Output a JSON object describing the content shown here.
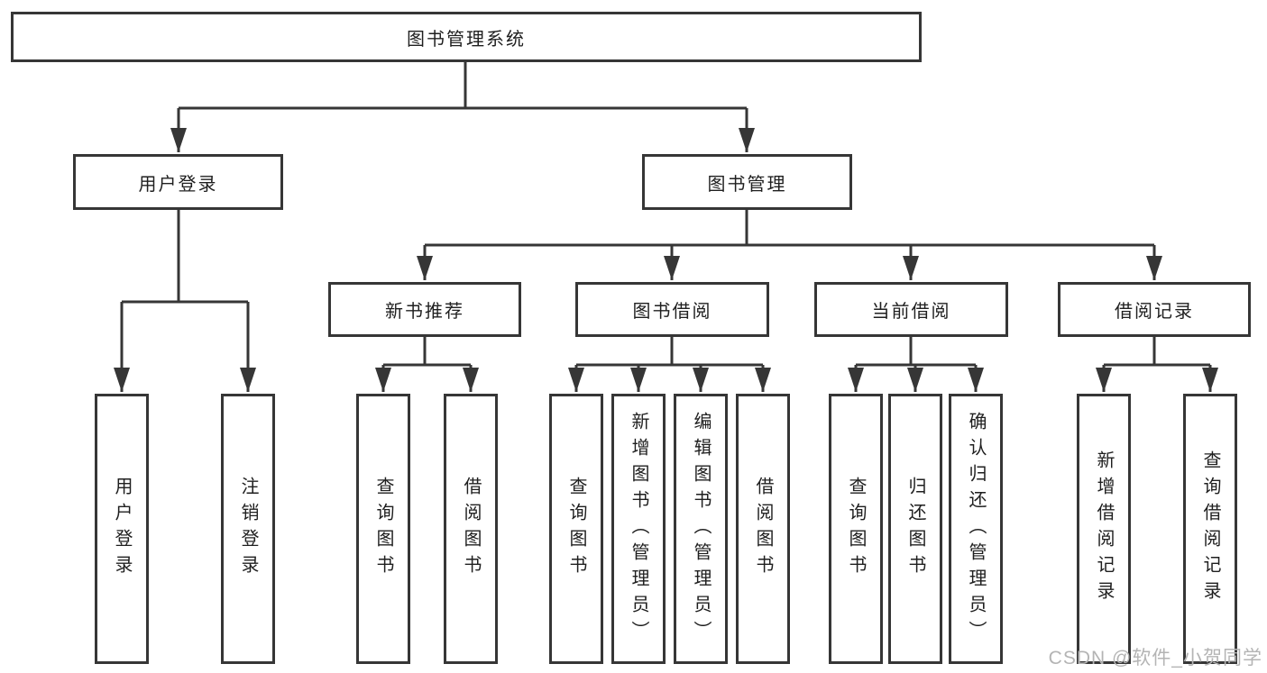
{
  "tree": {
    "label": "图书管理系统",
    "children": [
      {
        "label": "用户登录",
        "children": [
          {
            "label": "用户登录"
          },
          {
            "label": "注销登录"
          }
        ]
      },
      {
        "label": "图书管理",
        "children": [
          {
            "label": "新书推荐",
            "children": [
              {
                "label": "查询图书"
              },
              {
                "label": "借阅图书"
              }
            ]
          },
          {
            "label": "图书借阅",
            "children": [
              {
                "label": "查询图书"
              },
              {
                "label": "新增图书（管理员）"
              },
              {
                "label": "编辑图书（管理员）"
              },
              {
                "label": "借阅图书"
              }
            ]
          },
          {
            "label": "当前借阅",
            "children": [
              {
                "label": "查询图书"
              },
              {
                "label": "归还图书"
              },
              {
                "label": "确认归还（管理员）"
              }
            ]
          },
          {
            "label": "借阅记录",
            "children": [
              {
                "label": "新增借阅记录"
              },
              {
                "label": "查询借阅记录"
              }
            ]
          }
        ]
      }
    ]
  },
  "watermark": "CSDN @软件_小贺同学",
  "colors": {
    "line": "#363636",
    "box_border": "#363636",
    "text": "#1f1f1f",
    "watermark_text": "#b4b4b4",
    "background": "#ffffff"
  }
}
